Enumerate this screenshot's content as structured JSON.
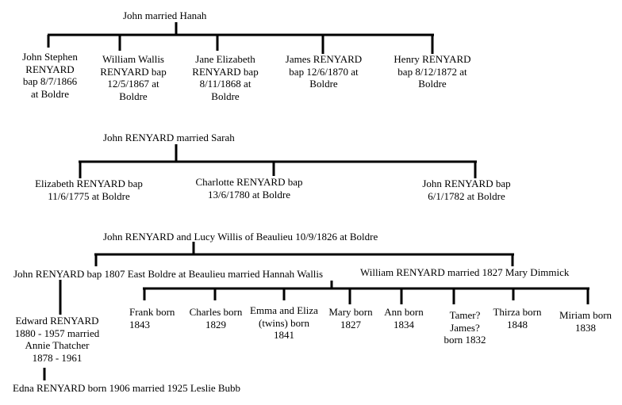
{
  "family_tree": {
    "group1": {
      "parents": "John married Hanah",
      "children": [
        {
          "lines": [
            "John Stephen",
            "RENYARD",
            "bap 8/7/1866",
            "at Boldre"
          ]
        },
        {
          "lines": [
            "William Wallis",
            "RENYARD  bap",
            "12/5/1867 at",
            "Boldre"
          ]
        },
        {
          "lines": [
            "Jane Elizabeth",
            "RENYARD  bap",
            "8/11/1868 at",
            "Boldre"
          ]
        },
        {
          "lines": [
            "James RENYARD",
            "bap 12/6/1870 at",
            "Boldre"
          ]
        },
        {
          "lines": [
            "Henry RENYARD",
            "bap 8/12/1872 at",
            "Boldre"
          ]
        }
      ]
    },
    "group2": {
      "parents": "John RENYARD married Sarah",
      "children": [
        {
          "lines": [
            "Elizabeth RENYARD bap",
            "11/6/1775 at Boldre"
          ]
        },
        {
          "lines": [
            "Charlotte RENYARD bap",
            "13/6/1780 at Boldre"
          ]
        },
        {
          "lines": [
            "John RENYARD bap",
            "6/1/1782 at Boldre"
          ]
        }
      ]
    },
    "group3": {
      "parents": "John RENYARD and Lucy Willis of Beaulieu 10/9/1826  at Boldre",
      "son_left": "John RENYARD bap 1807 East Boldre at Beaulieu married Hannah Wallis",
      "son_right": "William RENYARD married 1827 Mary Dimmick",
      "grandson": {
        "lines": [
          "Edward RENYARD",
          "1880 - 1957 married",
          "Annie Thatcher",
          "1878 - 1961"
        ]
      },
      "great_granddaughter": "Edna RENYARD born 1906 married 1925 Leslie Bubb",
      "william_children": [
        {
          "lines": [
            "Frank born",
            "1843"
          ]
        },
        {
          "lines": [
            "Charles born",
            "1829"
          ]
        },
        {
          "lines": [
            "Emma and Eliza",
            "(twins) born",
            "1841"
          ]
        },
        {
          "lines": [
            "Mary born",
            "1827"
          ]
        },
        {
          "lines": [
            "Ann born",
            "1834"
          ]
        },
        {
          "lines": [
            "Tamer?",
            "James?",
            "born 1832"
          ]
        },
        {
          "lines": [
            "Thirza born",
            "1848"
          ]
        },
        {
          "lines": [
            "Miriam born",
            "1838"
          ]
        }
      ]
    }
  },
  "colors": {
    "line": "#000000",
    "text": "#000000",
    "background": "#ffffff"
  }
}
